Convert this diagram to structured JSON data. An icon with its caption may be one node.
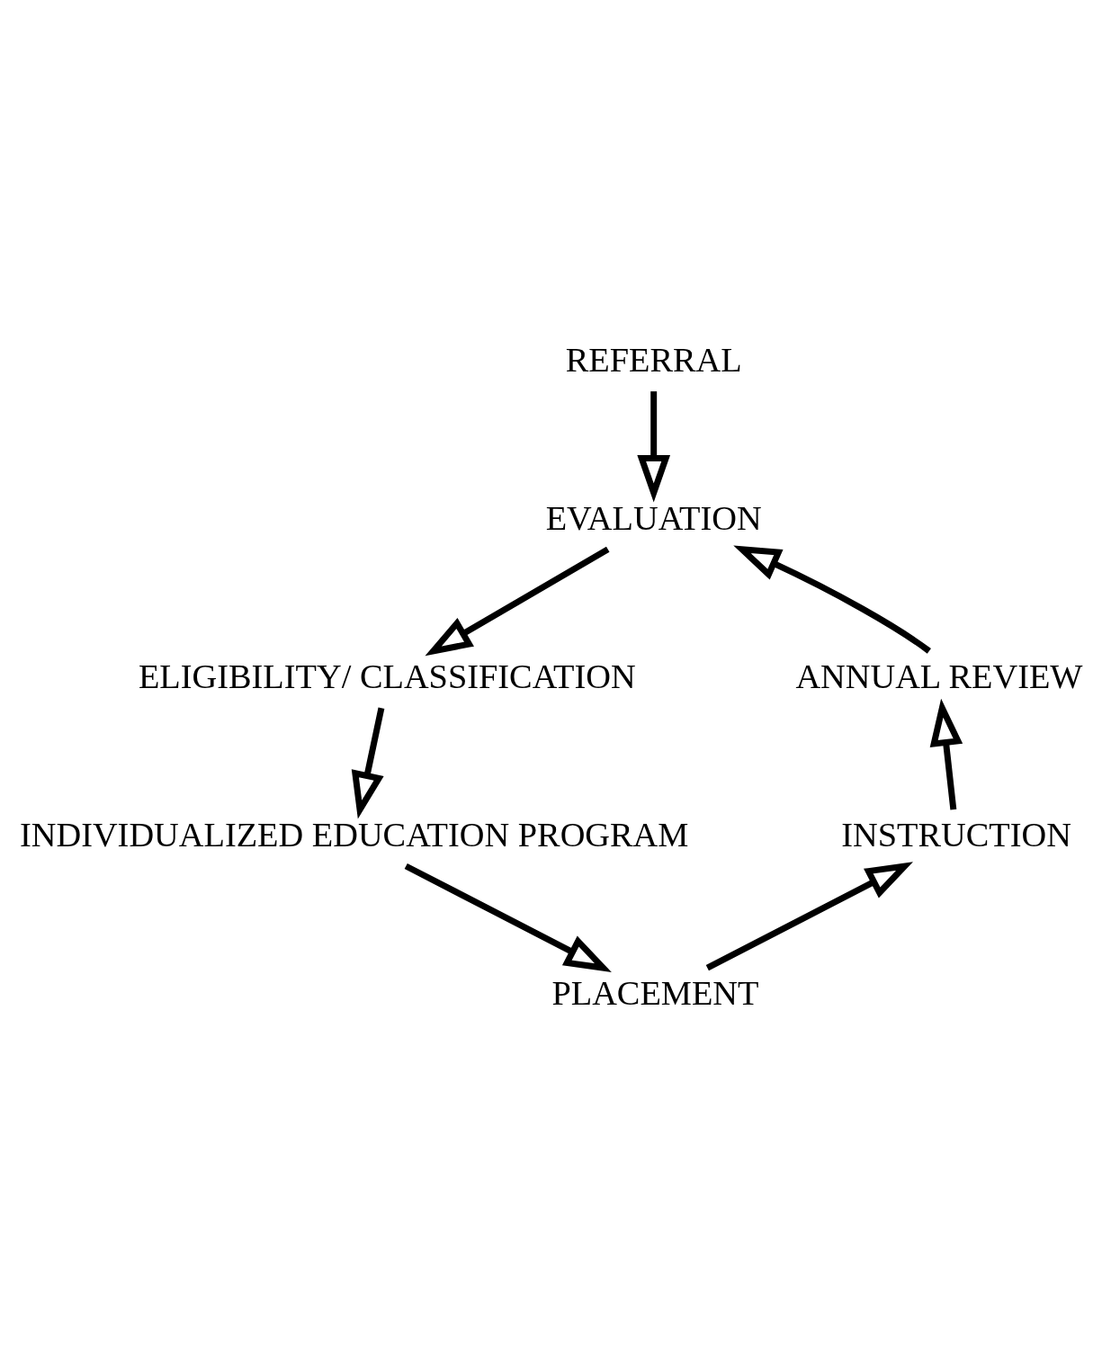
{
  "diagram": {
    "nodes": [
      {
        "text": [
          "REFERRAL"
        ]
      },
      {
        "text": [
          "EVALUATION"
        ]
      },
      {
        "text": [
          "ELIGIBILITY/ CLASSIFICATION"
        ]
      },
      {
        "text": [
          "INDIVIDUALIZED EDUCATION PROGRAM"
        ]
      },
      {
        "text": [
          "PLACEMENT"
        ]
      },
      {
        "text": [
          "INSTRUCTION"
        ]
      },
      {
        "text": [
          "ANNUAL REVIEW"
        ]
      }
    ],
    "edges": [
      {
        "from": 0,
        "to": 1,
        "arrow": "to"
      },
      {
        "from": 1,
        "to": 2,
        "arrow": "to"
      },
      {
        "from": 2,
        "to": 3,
        "arrow": "to"
      },
      {
        "from": 3,
        "to": 4,
        "arrow": "to"
      },
      {
        "from": 4,
        "to": 5,
        "arrow": "to"
      },
      {
        "from": 5,
        "to": 6,
        "arrow": "to"
      },
      {
        "from": 6,
        "to": 1,
        "arrow": "to"
      }
    ]
  }
}
